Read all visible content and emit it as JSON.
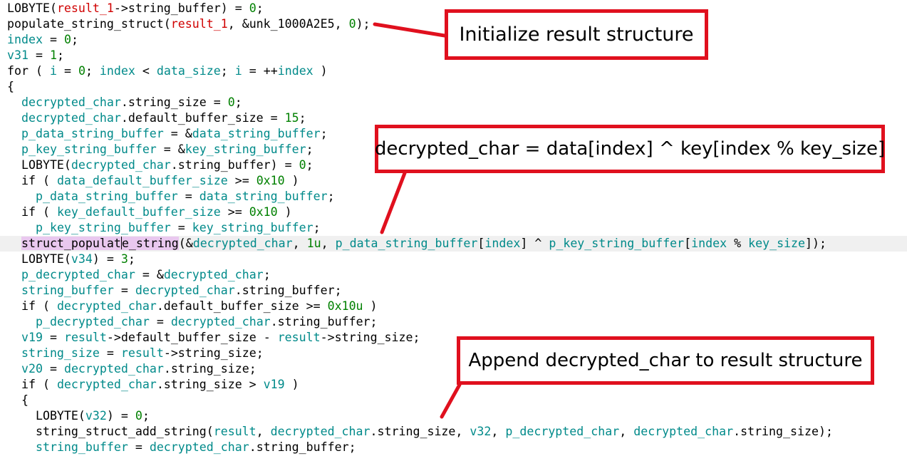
{
  "code_lines": [
    [
      [
        "t-plain",
        "LOBYTE("
      ],
      [
        "t-arg",
        "result_1"
      ],
      [
        "t-plain",
        "->string_buffer) = "
      ],
      [
        "t-num",
        "0"
      ],
      [
        "t-plain",
        ";"
      ]
    ],
    [
      [
        "t-plain",
        "populate_string_struct("
      ],
      [
        "t-arg",
        "result_1"
      ],
      [
        "t-plain",
        ", &unk_1000A2E5, "
      ],
      [
        "t-num",
        "0"
      ],
      [
        "t-plain",
        ");"
      ]
    ],
    [
      [
        "t-var",
        "index"
      ],
      [
        "t-plain",
        " = "
      ],
      [
        "t-num",
        "0"
      ],
      [
        "t-plain",
        ";"
      ]
    ],
    [
      [
        "t-var",
        "v31"
      ],
      [
        "t-plain",
        " = "
      ],
      [
        "t-num",
        "1"
      ],
      [
        "t-plain",
        ";"
      ]
    ],
    [
      [
        "t-plain",
        "for ( "
      ],
      [
        "t-var",
        "i"
      ],
      [
        "t-plain",
        " = "
      ],
      [
        "t-num",
        "0"
      ],
      [
        "t-plain",
        "; "
      ],
      [
        "t-var",
        "index"
      ],
      [
        "t-plain",
        " < "
      ],
      [
        "t-var",
        "data_size"
      ],
      [
        "t-plain",
        "; "
      ],
      [
        "t-var",
        "i"
      ],
      [
        "t-plain",
        " = ++"
      ],
      [
        "t-var",
        "index"
      ],
      [
        "t-plain",
        " )"
      ]
    ],
    [
      [
        "t-plain",
        "{"
      ]
    ],
    [
      [
        "t-plain",
        "  "
      ],
      [
        "t-var",
        "decrypted_char"
      ],
      [
        "t-plain",
        ".string_size = "
      ],
      [
        "t-num",
        "0"
      ],
      [
        "t-plain",
        ";"
      ]
    ],
    [
      [
        "t-plain",
        "  "
      ],
      [
        "t-var",
        "decrypted_char"
      ],
      [
        "t-plain",
        ".default_buffer_size = "
      ],
      [
        "t-num",
        "15"
      ],
      [
        "t-plain",
        ";"
      ]
    ],
    [
      [
        "t-plain",
        "  "
      ],
      [
        "t-var",
        "p_data_string_buffer"
      ],
      [
        "t-plain",
        " = &"
      ],
      [
        "t-var",
        "data_string_buffer"
      ],
      [
        "t-plain",
        ";"
      ]
    ],
    [
      [
        "t-plain",
        "  "
      ],
      [
        "t-var",
        "p_key_string_buffer"
      ],
      [
        "t-plain",
        " = &"
      ],
      [
        "t-var",
        "key_string_buffer"
      ],
      [
        "t-plain",
        ";"
      ]
    ],
    [
      [
        "t-plain",
        "  LOBYTE("
      ],
      [
        "t-var",
        "decrypted_char"
      ],
      [
        "t-plain",
        ".string_buffer) = "
      ],
      [
        "t-num",
        "0"
      ],
      [
        "t-plain",
        ";"
      ]
    ],
    [
      [
        "t-plain",
        "  if ( "
      ],
      [
        "t-var",
        "data_default_buffer_size"
      ],
      [
        "t-plain",
        " >= "
      ],
      [
        "t-num",
        "0x10"
      ],
      [
        "t-plain",
        " )"
      ]
    ],
    [
      [
        "t-plain",
        "    "
      ],
      [
        "t-var",
        "p_data_string_buffer"
      ],
      [
        "t-plain",
        " = "
      ],
      [
        "t-var",
        "data_string_buffer"
      ],
      [
        "t-plain",
        ";"
      ]
    ],
    [
      [
        "t-plain",
        "  if ( "
      ],
      [
        "t-var",
        "key_default_buffer_size"
      ],
      [
        "t-plain",
        " >= "
      ],
      [
        "t-num",
        "0x10"
      ],
      [
        "t-plain",
        " )"
      ]
    ],
    [
      [
        "t-plain",
        "    "
      ],
      [
        "t-var",
        "p_key_string_buffer"
      ],
      [
        "t-plain",
        " = "
      ],
      [
        "t-var",
        "key_string_buffer"
      ],
      [
        "t-plain",
        ";"
      ]
    ],
    [
      [
        "t-plain",
        "  "
      ],
      [
        "t-sel",
        "struct_populat"
      ],
      [
        "caret",
        ""
      ],
      [
        "t-sel",
        "e_string"
      ],
      [
        "t-plain",
        "(&"
      ],
      [
        "t-var",
        "decrypted_char"
      ],
      [
        "t-plain",
        ", "
      ],
      [
        "t-num",
        "1u"
      ],
      [
        "t-plain",
        ", "
      ],
      [
        "t-var",
        "p_data_string_buffer"
      ],
      [
        "t-plain",
        "["
      ],
      [
        "t-var",
        "index"
      ],
      [
        "t-plain",
        "] ^ "
      ],
      [
        "t-var",
        "p_key_string_buffer"
      ],
      [
        "t-plain",
        "["
      ],
      [
        "t-var",
        "index"
      ],
      [
        "t-plain",
        " % "
      ],
      [
        "t-var",
        "key_size"
      ],
      [
        "t-plain",
        "]);"
      ]
    ],
    [
      [
        "t-plain",
        "  LOBYTE("
      ],
      [
        "t-var",
        "v34"
      ],
      [
        "t-plain",
        ") = "
      ],
      [
        "t-num",
        "3"
      ],
      [
        "t-plain",
        ";"
      ]
    ],
    [
      [
        "t-plain",
        "  "
      ],
      [
        "t-var",
        "p_decrypted_char"
      ],
      [
        "t-plain",
        " = &"
      ],
      [
        "t-var",
        "decrypted_char"
      ],
      [
        "t-plain",
        ";"
      ]
    ],
    [
      [
        "t-plain",
        "  "
      ],
      [
        "t-var",
        "string_buffer"
      ],
      [
        "t-plain",
        " = "
      ],
      [
        "t-var",
        "decrypted_char"
      ],
      [
        "t-plain",
        ".string_buffer;"
      ]
    ],
    [
      [
        "t-plain",
        "  if ( "
      ],
      [
        "t-var",
        "decrypted_char"
      ],
      [
        "t-plain",
        ".default_buffer_size >= "
      ],
      [
        "t-num",
        "0x10u"
      ],
      [
        "t-plain",
        " )"
      ]
    ],
    [
      [
        "t-plain",
        "    "
      ],
      [
        "t-var",
        "p_decrypted_char"
      ],
      [
        "t-plain",
        " = "
      ],
      [
        "t-var",
        "decrypted_char"
      ],
      [
        "t-plain",
        ".string_buffer;"
      ]
    ],
    [
      [
        "t-plain",
        "  "
      ],
      [
        "t-var",
        "v19"
      ],
      [
        "t-plain",
        " = "
      ],
      [
        "t-var",
        "result"
      ],
      [
        "t-plain",
        "->default_buffer_size - "
      ],
      [
        "t-var",
        "result"
      ],
      [
        "t-plain",
        "->string_size;"
      ]
    ],
    [
      [
        "t-plain",
        "  "
      ],
      [
        "t-var",
        "string_size"
      ],
      [
        "t-plain",
        " = "
      ],
      [
        "t-var",
        "result"
      ],
      [
        "t-plain",
        "->string_size;"
      ]
    ],
    [
      [
        "t-plain",
        "  "
      ],
      [
        "t-var",
        "v20"
      ],
      [
        "t-plain",
        " = "
      ],
      [
        "t-var",
        "decrypted_char"
      ],
      [
        "t-plain",
        ".string_size;"
      ]
    ],
    [
      [
        "t-plain",
        "  if ( "
      ],
      [
        "t-var",
        "decrypted_char"
      ],
      [
        "t-plain",
        ".string_size > "
      ],
      [
        "t-var",
        "v19"
      ],
      [
        "t-plain",
        " )"
      ]
    ],
    [
      [
        "t-plain",
        "  {"
      ]
    ],
    [
      [
        "t-plain",
        "    LOBYTE("
      ],
      [
        "t-var",
        "v32"
      ],
      [
        "t-plain",
        ") = "
      ],
      [
        "t-num",
        "0"
      ],
      [
        "t-plain",
        ";"
      ]
    ],
    [
      [
        "t-plain",
        "    string_struct_add_string("
      ],
      [
        "t-var",
        "result"
      ],
      [
        "t-plain",
        ", "
      ],
      [
        "t-var",
        "decrypted_char"
      ],
      [
        "t-plain",
        ".string_size, "
      ],
      [
        "t-var",
        "v32"
      ],
      [
        "t-plain",
        ", "
      ],
      [
        "t-var",
        "p_decrypted_char"
      ],
      [
        "t-plain",
        ", "
      ],
      [
        "t-var",
        "decrypted_char"
      ],
      [
        "t-plain",
        ".string_size);"
      ]
    ],
    [
      [
        "t-plain",
        "    "
      ],
      [
        "t-var",
        "string_buffer"
      ],
      [
        "t-plain",
        " = "
      ],
      [
        "t-var",
        "decrypted_char"
      ],
      [
        "t-plain",
        ".string_buffer;"
      ]
    ]
  ],
  "highlighted_line_index": 15,
  "callouts": {
    "init": "Initialize result structure",
    "decrypt": "decrypted_char = data[index] ^ key[index % key_size]",
    "append": "Append decrypted_char to result structure"
  },
  "colors": {
    "annotation_red": "#e0101e",
    "identifier_teal": "#008a8a",
    "number_green": "#008000",
    "argument_red": "#d00000",
    "selection_purple": "#e9c8ef"
  }
}
